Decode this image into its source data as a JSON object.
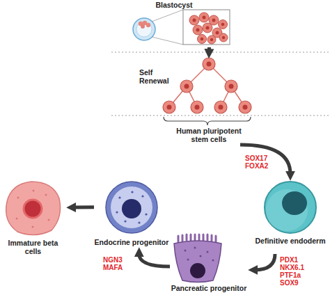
{
  "diagram": {
    "nodes": [
      {
        "text": [
          "Blastocyst"
        ]
      },
      {
        "text": [
          "Human pluripotent stem cells"
        ]
      },
      {
        "text": [
          "Definitive endoderm"
        ]
      },
      {
        "text": [
          "Pancreatic progenitor"
        ]
      },
      {
        "text": [
          "Endocrine progenitor"
        ]
      },
      {
        "text": [
          "Immature beta cells"
        ]
      }
    ],
    "edges": [
      {
        "from": 0,
        "to": 1,
        "arrow": "to"
      },
      {
        "from": 1,
        "to": 2,
        "arrow": "to",
        "label": "SOX17 FOXA2"
      },
      {
        "from": 2,
        "to": 3,
        "arrow": "to",
        "label": "PDX1 NKX6.1 PTF1a SOX9"
      },
      {
        "from": 3,
        "to": 4,
        "arrow": "to",
        "label": "NGN3 MAFA"
      },
      {
        "from": 4,
        "to": 5,
        "arrow": "to"
      }
    ],
    "labels": [
      "Self Renewal"
    ]
  }
}
